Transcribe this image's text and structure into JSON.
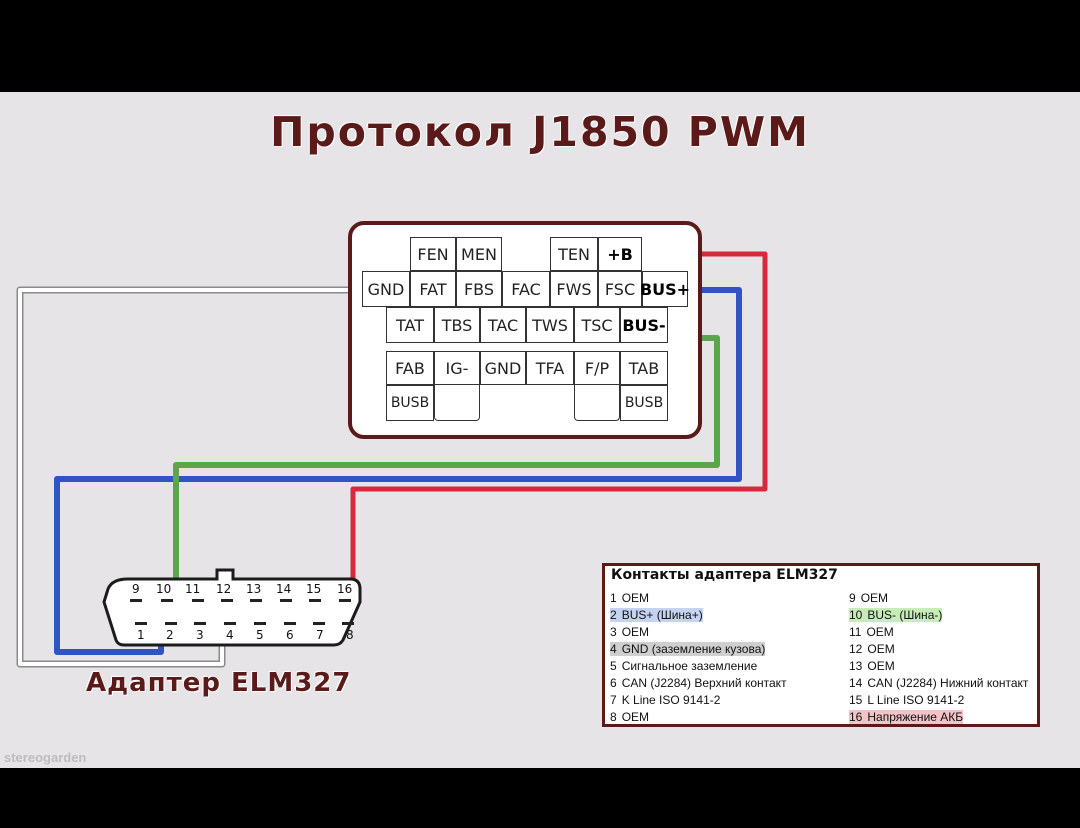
{
  "title": "Протокол J1850 PWM",
  "diag_connector": {
    "row1": [
      "FEN",
      "MEN",
      "TEN",
      "+B"
    ],
    "row2": [
      "GND",
      "FAT",
      "FBS",
      "FAC",
      "FWS",
      "FSC",
      "BUS+"
    ],
    "row3": [
      "TAT",
      "TBS",
      "TAC",
      "TWS",
      "TSC",
      "BUS-"
    ],
    "row4": [
      "FAB",
      "IG-",
      "GND",
      "TFA",
      "F/P",
      "TAB"
    ],
    "row5": [
      "BUSB",
      "BUSB"
    ]
  },
  "adapter": {
    "label": "Адаптер ELM327",
    "top_pins": [
      "9",
      "10",
      "11",
      "12",
      "13",
      "14",
      "15",
      "16"
    ],
    "bottom_pins": [
      "1",
      "2",
      "3",
      "4",
      "5",
      "6",
      "7",
      "8"
    ]
  },
  "legend": {
    "title": "Контакты адаптера ELM327",
    "left": [
      {
        "n": "1",
        "text": "OEM"
      },
      {
        "n": "2",
        "text": "BUS+ (Шина+)"
      },
      {
        "n": "3",
        "text": "OEM"
      },
      {
        "n": "4",
        "text": "GND (заземление кузова)"
      },
      {
        "n": "5",
        "text": "Сигнальное заземление"
      },
      {
        "n": "6",
        "text": "CAN (J2284) Верхний контакт"
      },
      {
        "n": "7",
        "text": "K Line ISO 9141-2"
      },
      {
        "n": "8",
        "text": "OEM"
      }
    ],
    "right": [
      {
        "n": "9",
        "text": "OEM"
      },
      {
        "n": "10",
        "text": "BUS- (Шина-)"
      },
      {
        "n": "11",
        "text": "OEM"
      },
      {
        "n": "12",
        "text": "OEM"
      },
      {
        "n": "13",
        "text": "OEM"
      },
      {
        "n": "14",
        "text": "CAN (J2284) Нижний контакт"
      },
      {
        "n": "15",
        "text": "L Line ISO 9141-2"
      },
      {
        "n": "16",
        "text": "Напряжение АКБ"
      }
    ]
  },
  "watermark": "stereogarden",
  "colors": {
    "wire_white": "#ffffff",
    "wire_red": "#d8283e",
    "wire_blue": "#2f55c4",
    "wire_green": "#5aa64a",
    "frame": "#5a1a1a"
  }
}
